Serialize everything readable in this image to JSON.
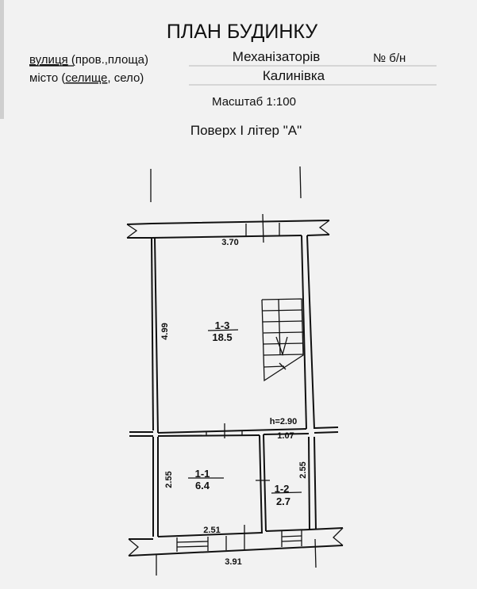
{
  "header": {
    "title": "ПЛАН БУДИНКУ",
    "street_label_underlined": "вулиця",
    "street_label_rest": "(пров.,площа)",
    "street_value": "Механізаторів",
    "number_label": "№ б/н",
    "city_label_start": "місто (",
    "city_label_underlined": "селище",
    "city_label_end": ", село)",
    "city_value": "Калинівка",
    "scale": "Масштаб 1:100",
    "floor": "Поверх І літер \"А\""
  },
  "plan": {
    "rooms": [
      {
        "id": "1-3",
        "area": "18.5"
      },
      {
        "id": "1-1",
        "area": "6.4"
      },
      {
        "id": "1-2",
        "area": "2.7"
      }
    ],
    "dimensions": {
      "top_width": "3.70",
      "room13_height": "4.99",
      "ceiling_height": "h=2.90",
      "room12_width": "1.07",
      "room11_height": "2.55",
      "room12_height": "2.55",
      "room11_width": "2.51",
      "outer_bottom": "3.91"
    }
  }
}
